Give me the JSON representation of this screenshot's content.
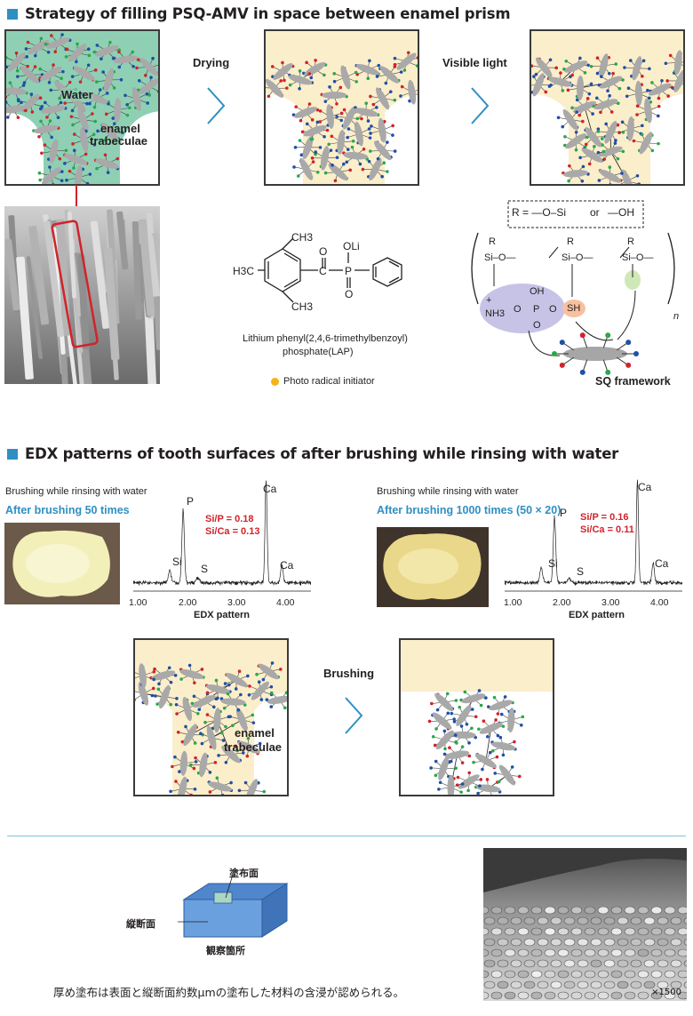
{
  "section1": {
    "title": "Strategy of filling PSQ-AMV in space between enamel prism",
    "step_drying": "Drying",
    "step_visible_light": "Visible light",
    "label_water": "Water",
    "label_enamel_1": "enamel",
    "label_enamel_2": "trabeculae",
    "lap_name_1": "Lithium phenyl(2,4,6-trimethylbenzoyl)",
    "lap_name_2": "phosphate(LAP)",
    "photo_initiator": "Photo radical initiator",
    "chem": {
      "ch3_top": "CH3",
      "h3c_left": "H3C",
      "ch3_bottom": "CH3",
      "oli": "OLi",
      "o_top": "O",
      "c": "C",
      "p": "P",
      "o_bottom": "O",
      "r_def": "R = —O–Si",
      "or": "or",
      "oh": "—OH",
      "r": "R",
      "sio": "Si–O—",
      "nh3": "NH3",
      "plus": "+",
      "oh_p": "OH",
      "o_minus": "O",
      "p_center": "P",
      "o_right": "O",
      "o_down": "O",
      "sh": "SH",
      "n": "n",
      "sq_framework": "SQ framework"
    }
  },
  "section2": {
    "title": "EDX patterns of tooth surfaces of after brushing while rinsing with water",
    "left": {
      "caption": "Brushing while rinsing with water",
      "subtitle": "After brushing 50 times",
      "ratio_p": "Si/P = 0.18",
      "ratio_ca": "Si/Ca = 0.13"
    },
    "right": {
      "caption": "Brushing while rinsing with water",
      "subtitle": "After brushing 1000 times (50 × 20)",
      "ratio_p": "Si/P = 0.16",
      "ratio_ca": "Si/Ca = 0.11"
    },
    "peak_labels": {
      "si": "Si",
      "p": "P",
      "s": "S",
      "ca": "Ca"
    },
    "x_ticks": [
      "1.00",
      "2.00",
      "3.00",
      "4.00"
    ],
    "xlabel": "EDX pattern",
    "step_brushing": "Brushing",
    "label_enamel_1": "enamel",
    "label_enamel_2": "trabeculae"
  },
  "section3": {
    "label_coated_surface": "塗布面",
    "label_longitudinal": "縦断面",
    "label_observation": "観察箇所",
    "note": "厚め塗布は表面と縦断面約数μmの塗布した材料の含浸が認められる。",
    "magnification": "×1500"
  },
  "colors": {
    "accent_blue": "#2f8fc3",
    "water_green": "#8fd0b4",
    "cream": "#fbeecb",
    "red": "#d1232a",
    "box_blue": "#5b8fd1"
  }
}
